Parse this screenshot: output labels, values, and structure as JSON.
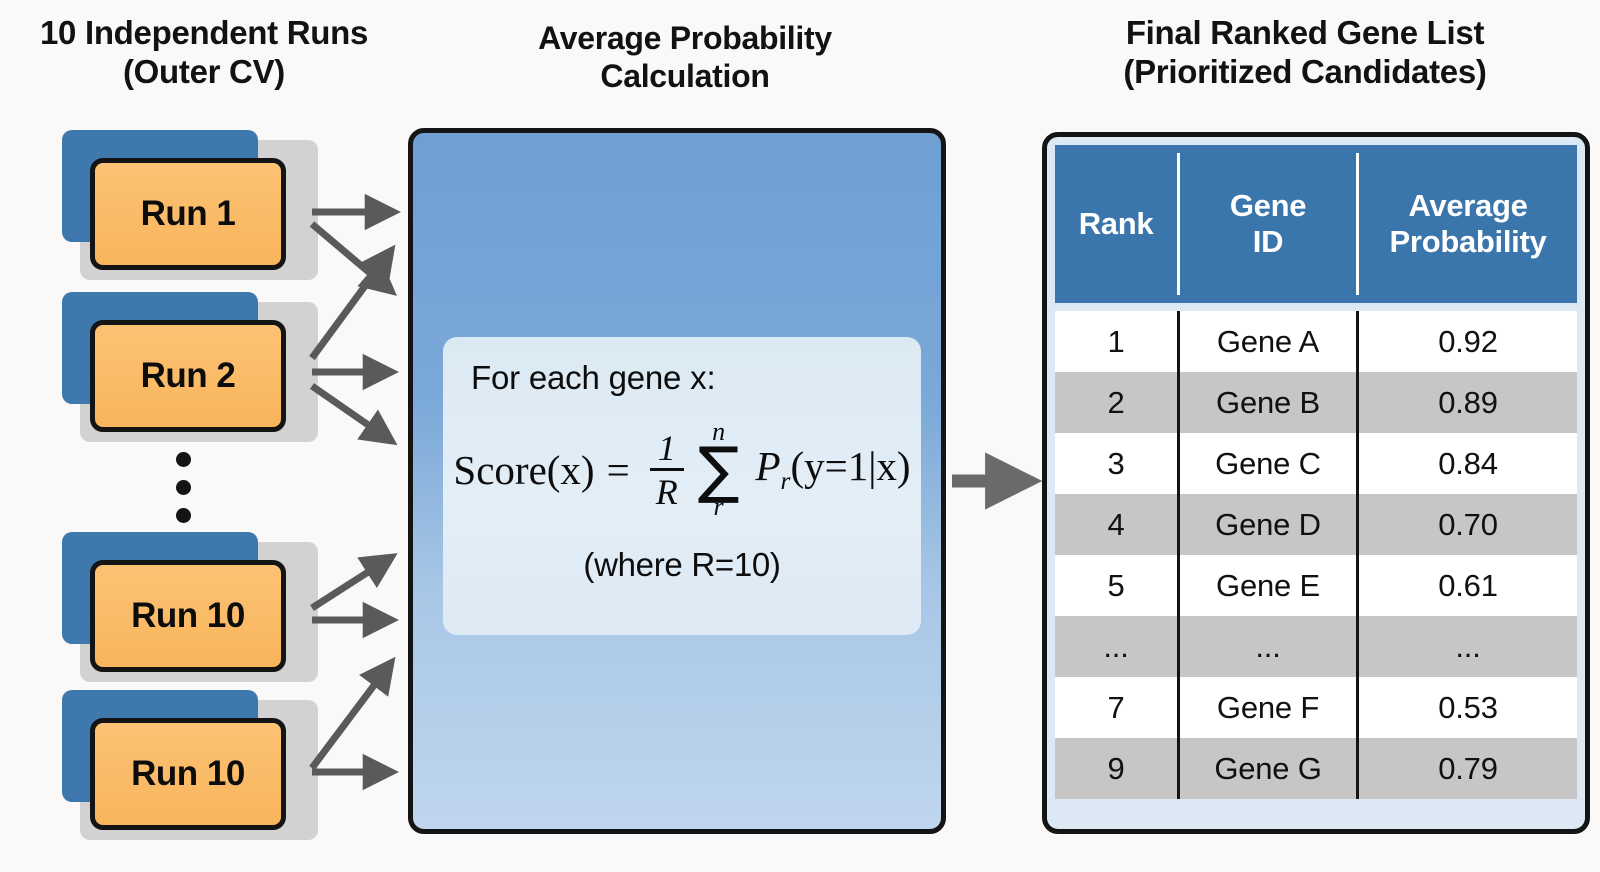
{
  "background_color": "#faf9f7",
  "headings": {
    "left": {
      "line1": "10 Independent Runs",
      "line2": "(Outer CV)"
    },
    "center": {
      "line1": "Average Probability",
      "line2": "Calculation"
    },
    "right": {
      "line1": "Final Ranked Gene List",
      "line2": "(Prioritized Candidates)"
    }
  },
  "runs": {
    "cards": [
      {
        "label": "Run 1"
      },
      {
        "label": "Run 2"
      },
      {
        "label": "Run 10"
      },
      {
        "label": "Run 10"
      }
    ],
    "ellipsis": "⋮",
    "colors": {
      "back": "#d2d2d2",
      "middle": "#3f78ad",
      "front": "#f9b55c",
      "outline": "#141414"
    }
  },
  "center_panel": {
    "colors": {
      "top": "#6f9fd3",
      "bottom": "#c0d6ee",
      "outline": "#141414",
      "formula_box": "#dde9f3"
    },
    "formula": {
      "intro": "For each gene x:",
      "lhs": "Score(x)",
      "equals": "=",
      "fraction_numerator": "1",
      "fraction_denominator": "R",
      "sum_upper": "n",
      "sum_symbol": "∑",
      "sum_lower": "r",
      "term_p": "P",
      "term_p_sub": "r",
      "term_args": "(y=1|x)",
      "note": "(where R=10)",
      "plain_text": "Score(x) = (1/R) ∑(r..n) P_r(y=1|x)"
    }
  },
  "arrows": {
    "color": "#5a5a5a",
    "count_left": 8,
    "final_arrow_color": "#6a6a6a"
  },
  "table": {
    "colors": {
      "header_bg": "#3a76ab",
      "header_text": "#ffffff",
      "panel_bg": "#dce9f4",
      "row_odd": "#ffffff",
      "row_even": "#c6c6c6",
      "divider": "#141414",
      "outline": "#141414"
    },
    "columns": [
      "Rank",
      "Gene\nID",
      "Average\nProbability"
    ],
    "headers": [
      {
        "line1": "Rank",
        "line2": ""
      },
      {
        "line1": "Gene",
        "line2": "ID"
      },
      {
        "line1": "Average",
        "line2": "Probability"
      }
    ],
    "rows": [
      {
        "rank": "1",
        "gene": "Gene A",
        "prob": "0.92"
      },
      {
        "rank": "2",
        "gene": "Gene B",
        "prob": "0.89"
      },
      {
        "rank": "3",
        "gene": "Gene C",
        "prob": "0.84"
      },
      {
        "rank": "4",
        "gene": "Gene D",
        "prob": "0.70"
      },
      {
        "rank": "5",
        "gene": "Gene E",
        "prob": "0.61"
      },
      {
        "rank": "...",
        "gene": "...",
        "prob": "..."
      },
      {
        "rank": "7",
        "gene": "Gene F",
        "prob": "0.53"
      },
      {
        "rank": "9",
        "gene": "Gene G",
        "prob": "0.79"
      }
    ]
  }
}
